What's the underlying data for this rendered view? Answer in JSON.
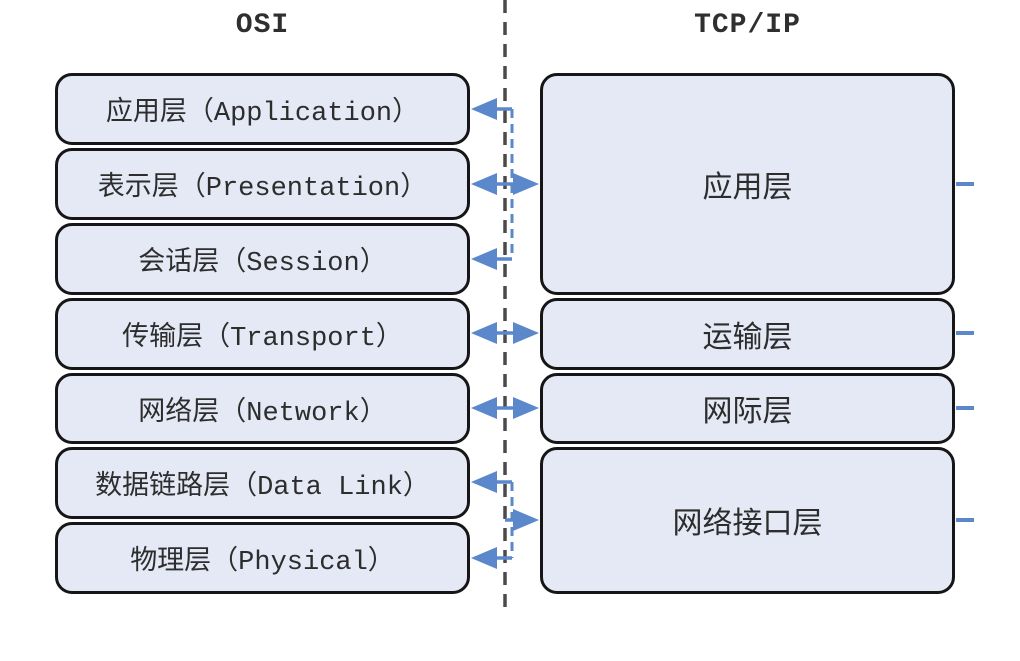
{
  "diagram": {
    "left_column": {
      "title": "OSI",
      "layers": [
        "应用层（Application）",
        "表示层（Presentation）",
        "会话层（Session）",
        "传输层（Transport）",
        "网络层（Network）",
        "数据链路层（Data Link）",
        "物理层（Physical）"
      ]
    },
    "right_column": {
      "title": "TCP/IP",
      "layers": [
        "应用层",
        "运输层",
        "网际层",
        "网络接口层"
      ]
    },
    "mappings": [
      {
        "osi": [
          "应用层（Application）",
          "表示层（Presentation）",
          "会话层（Session）"
        ],
        "tcpip": "应用层",
        "arrow": "bidirectional"
      },
      {
        "osi": [
          "传输层（Transport）"
        ],
        "tcpip": "运输层",
        "arrow": "bidirectional"
      },
      {
        "osi": [
          "网络层（Network）"
        ],
        "tcpip": "网际层",
        "arrow": "bidirectional"
      },
      {
        "osi": [
          "数据链路层（Data Link）",
          "物理层（Physical）"
        ],
        "tcpip": "网络接口层",
        "arrow": "bidirectional"
      }
    ],
    "colors": {
      "box_fill": "#e4e9f5",
      "box_border": "#161616",
      "arrow_blue": "#5b87cb",
      "divider_gray": "#4a4a4a",
      "text": "#2d2d2d"
    }
  }
}
